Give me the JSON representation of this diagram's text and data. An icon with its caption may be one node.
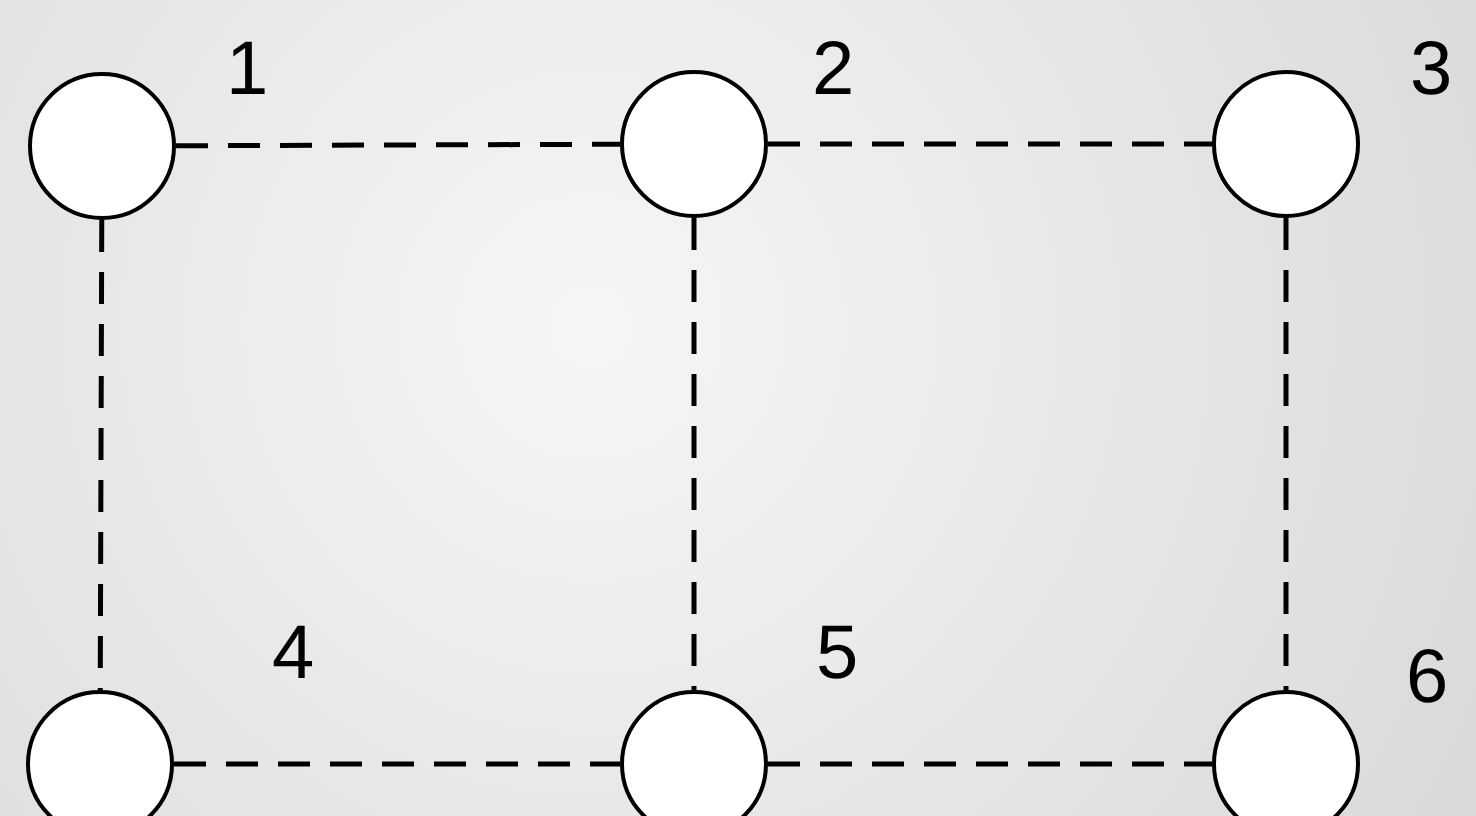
{
  "diagram": {
    "nodes": [
      {
        "text": [],
        "shape": "circle",
        "beside": [
          "1"
        ]
      },
      {
        "text": [],
        "shape": "circle",
        "beside": [
          "2"
        ]
      },
      {
        "text": [],
        "shape": "circle",
        "beside": [
          "3"
        ]
      },
      {
        "text": [],
        "shape": "circle",
        "beside": [
          "4"
        ]
      },
      {
        "text": [],
        "shape": "circle",
        "beside": [
          "5"
        ]
      },
      {
        "text": [],
        "shape": "circle",
        "beside": [
          "6"
        ]
      }
    ],
    "edges": [
      {
        "from": 0,
        "to": 1,
        "arrow": "none",
        "style": "dashed"
      },
      {
        "from": 1,
        "to": 2,
        "arrow": "none",
        "style": "dashed"
      },
      {
        "from": 0,
        "to": 3,
        "arrow": "none",
        "style": "dashed"
      },
      {
        "from": 1,
        "to": 4,
        "arrow": "none",
        "style": "dashed"
      },
      {
        "from": 2,
        "to": 5,
        "arrow": "none",
        "style": "dashed"
      },
      {
        "from": 3,
        "to": 4,
        "arrow": "none",
        "style": "dashed"
      },
      {
        "from": 4,
        "to": 5,
        "arrow": "none",
        "style": "dashed"
      }
    ]
  }
}
